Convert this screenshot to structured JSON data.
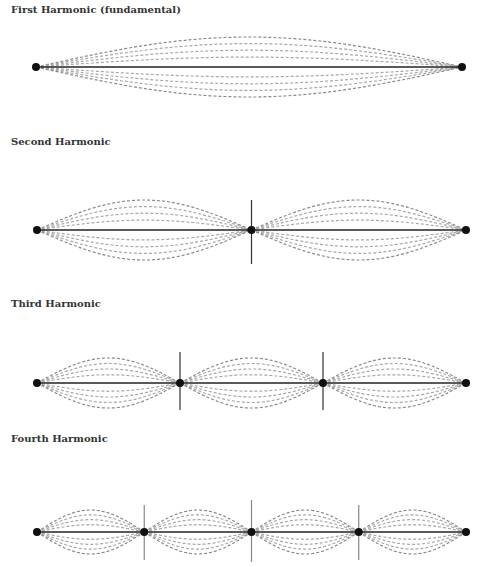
{
  "diagram": {
    "labels": [
      "First Harmonic (fundamental)",
      "Second Harmonic",
      "Third Harmonic",
      "Fourth Harmonic"
    ]
  }
}
